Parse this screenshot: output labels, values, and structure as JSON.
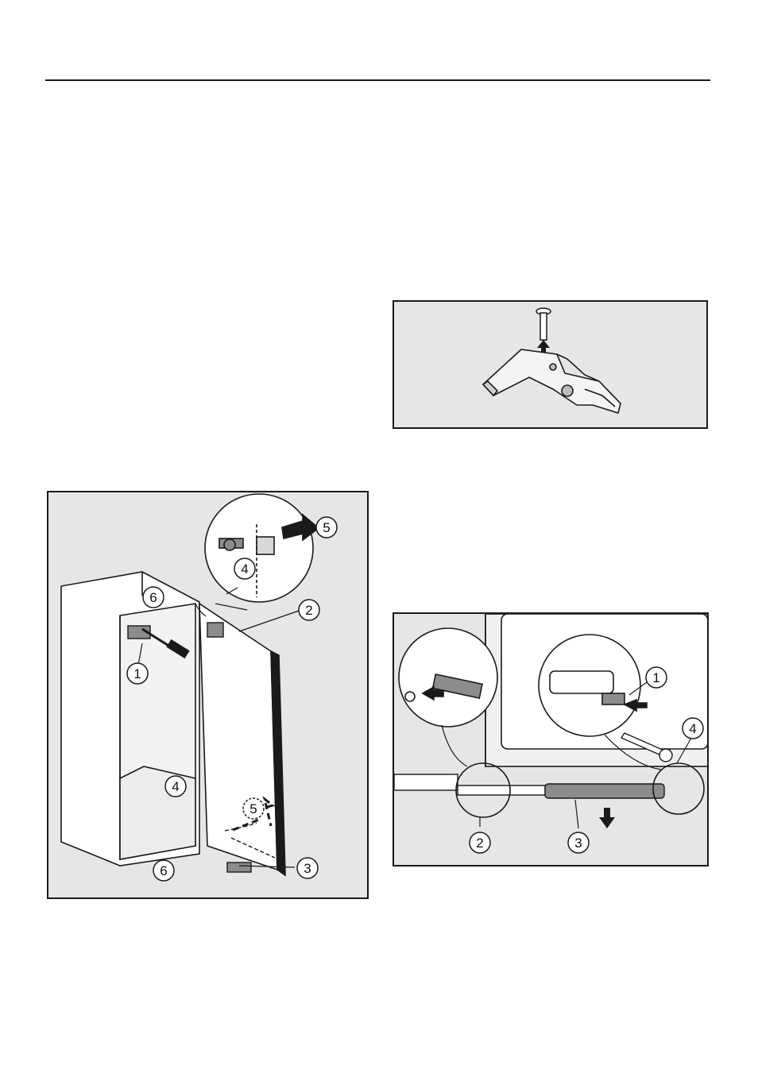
{
  "figures": {
    "hinge_pin": {
      "label": "hinge pin removal illustration"
    },
    "door_removal": {
      "callouts": [
        "1",
        "2",
        "3",
        "4",
        "5",
        "6",
        "4",
        "5",
        "6"
      ]
    },
    "damper_removal": {
      "callouts": [
        "1",
        "4",
        "2",
        "3"
      ]
    }
  },
  "colors": {
    "panel_bg": "#e6e6e6",
    "line": "#1a1a1a",
    "part_fill": "#8c8c8c"
  }
}
